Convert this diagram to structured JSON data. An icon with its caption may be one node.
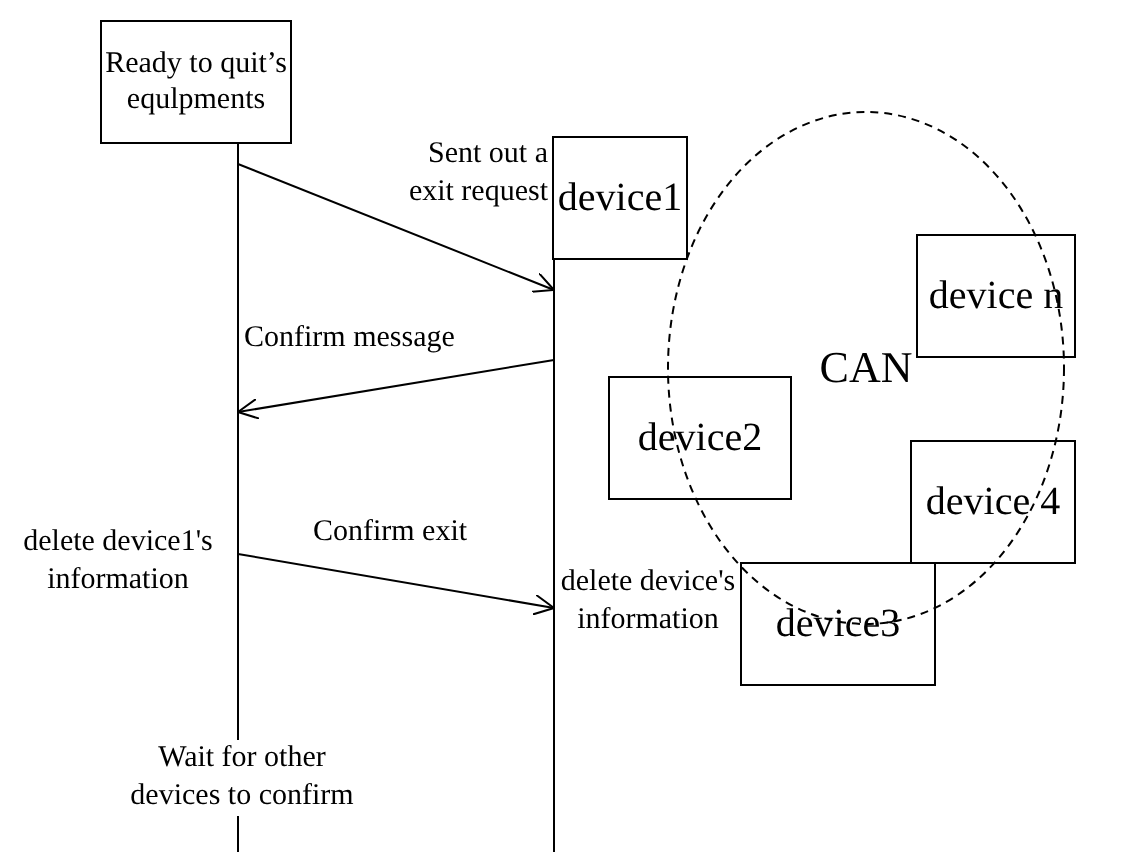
{
  "diagram": {
    "nodes": [
      {
        "text": [
          "Ready to quit’s equlpments"
        ]
      },
      {
        "text": [
          "device1"
        ]
      },
      {
        "text": [
          "device n"
        ]
      },
      {
        "text": [
          "CAN"
        ]
      },
      {
        "text": [
          "device2"
        ]
      },
      {
        "text": [
          "device 4"
        ]
      },
      {
        "text": [
          "device3"
        ]
      }
    ],
    "edges": [
      {
        "from": 0,
        "to": 1,
        "arrow": "to",
        "label": "Sent out a exit request"
      },
      {
        "from": 1,
        "to": 0,
        "arrow": "to",
        "label": "Confirm message"
      },
      {
        "from": 0,
        "to": 1,
        "arrow": "to",
        "label": "Confirm exit"
      }
    ],
    "labels": [
      "delete device1's information",
      "delete device's information",
      "Wait for other devices to confirm"
    ]
  }
}
